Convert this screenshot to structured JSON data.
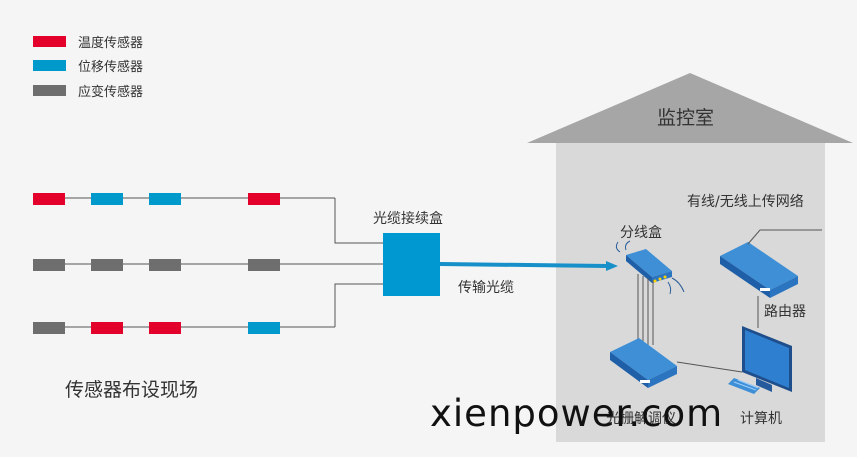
{
  "colors": {
    "temperature": "#e3002b",
    "displacement": "#0099cc",
    "strain": "#6e6e6e",
    "junction_box": "#0098d0",
    "room_fill": "#d9d9d9",
    "roof_fill": "#a6a6a6",
    "line": "#555555",
    "fiber": "#1790c9"
  },
  "legend": [
    {
      "label": "温度传感器",
      "color_key": "temperature"
    },
    {
      "label": "位移传感器",
      "color_key": "displacement"
    },
    {
      "label": "应变传感器",
      "color_key": "strain"
    }
  ],
  "sensor_rows": [
    [
      "temperature",
      "displacement",
      "displacement",
      "temperature"
    ],
    [
      "strain",
      "strain",
      "strain",
      "strain"
    ],
    [
      "strain",
      "temperature",
      "temperature",
      "displacement"
    ]
  ],
  "labels": {
    "monitoring_room": "监控室",
    "junction_box": "光缆接续盒",
    "transmission_cable": "传输光缆",
    "splitter": "分线盒",
    "network": "有线/无线上传网络",
    "router": "路由器",
    "demodulator": "光栅解调仪",
    "computer": "计算机",
    "site": "传感器布设现场"
  },
  "watermark": "xienpower.com"
}
